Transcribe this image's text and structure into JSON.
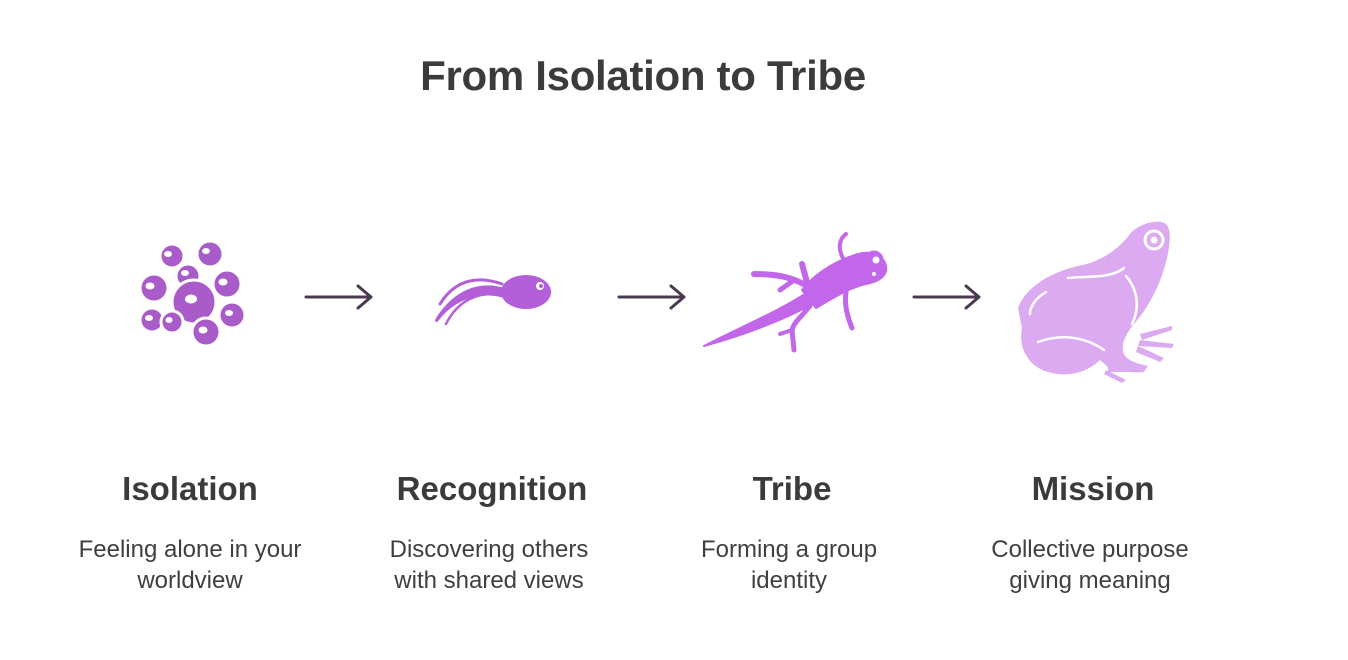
{
  "title": "From Isolation to Tribe",
  "colors": {
    "egg": "#a95cc9",
    "egg_light": "#ffffff",
    "tadpole": "#b35fd9",
    "froglet": "#c266ea",
    "frog": "#dcaaf0",
    "arrow": "#4a3a4f",
    "text": "#3b3b3b"
  },
  "stages": [
    {
      "name": "Isolation",
      "desc_line1": "Feeling alone in your",
      "desc_line2": "worldview",
      "icon": "frog-eggs-icon"
    },
    {
      "name": "Recognition",
      "desc_line1": "Discovering others",
      "desc_line2": "with shared views",
      "icon": "tadpole-icon"
    },
    {
      "name": "Tribe",
      "desc_line1": "Forming a group",
      "desc_line2": "identity",
      "icon": "froglet-icon"
    },
    {
      "name": "Mission",
      "desc_line1": "Collective purpose",
      "desc_line2": "giving meaning",
      "icon": "frog-icon"
    }
  ],
  "arrows": [
    "right-arrow-icon",
    "right-arrow-icon",
    "right-arrow-icon"
  ]
}
